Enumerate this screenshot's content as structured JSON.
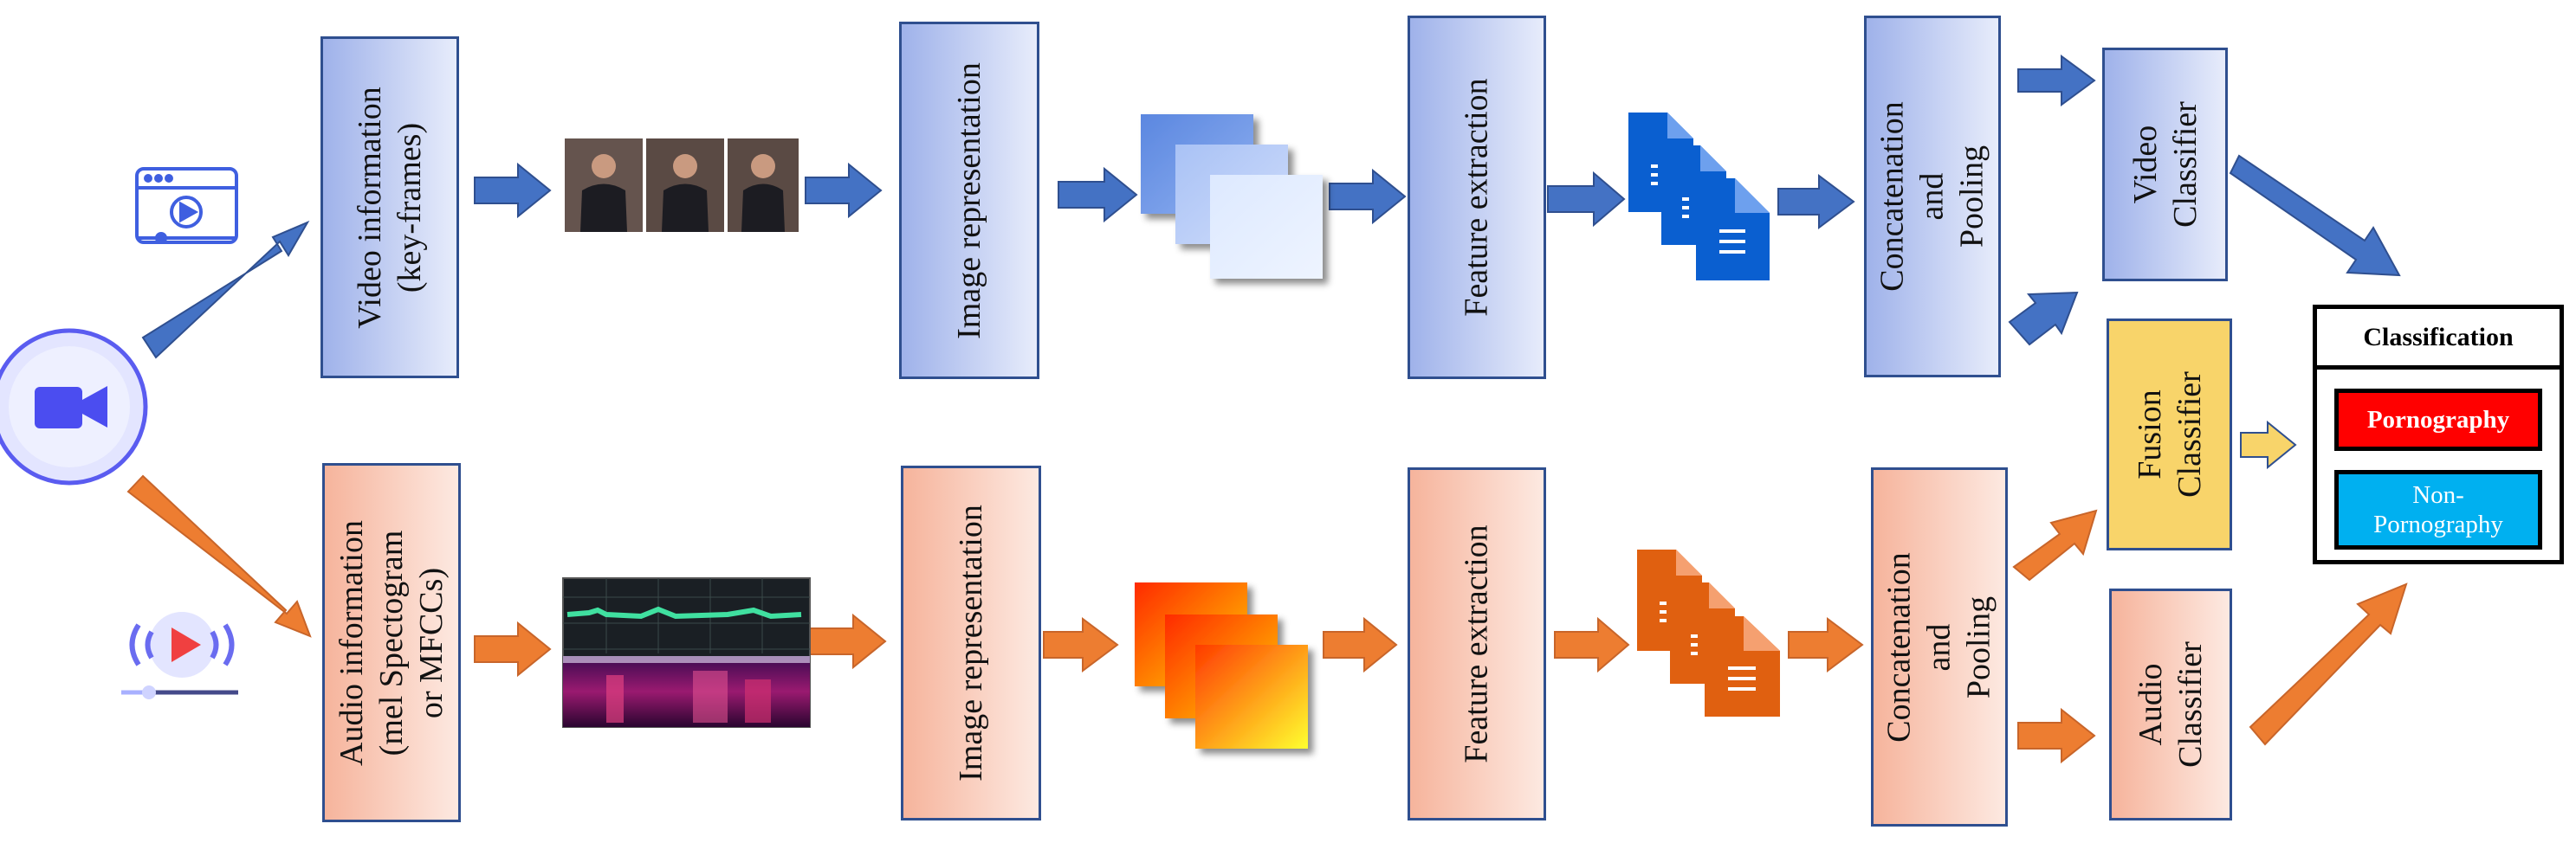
{
  "colors": {
    "video_arrow": "#4472c4",
    "audio_arrow": "#ed7d31",
    "fusion_arrow": "#f8d46a",
    "box_border": "#2f4f8f",
    "pornography_bg": "#ff0000",
    "non_pornography_bg": "#00b0f0"
  },
  "video_branch": {
    "info_label_lines": [
      "Video information",
      "(key-frames)"
    ],
    "image_repr_label": "Image representation",
    "feature_label": "Feature extraction",
    "concat_label_lines": [
      "Concatenation",
      "and",
      "Pooling"
    ],
    "classifier_label_lines": [
      "Video",
      "Classifier"
    ]
  },
  "audio_branch": {
    "info_label_lines": [
      "Audio information",
      "(mel Spectogram",
      "or  MFCCs)"
    ],
    "image_repr_label": "Image representation",
    "feature_label": "Feature extraction",
    "concat_label_lines": [
      "Concatenation",
      "and",
      "Pooling"
    ],
    "classifier_label_lines": [
      "Audio",
      "Classifier"
    ]
  },
  "fusion": {
    "classifier_label_lines": [
      "Fusion",
      "Classifier"
    ]
  },
  "classification": {
    "title": "Classification",
    "class_pornography": "Pornography",
    "class_non_pornography_lines": [
      "Non-",
      "Pornography"
    ]
  },
  "icons": {
    "source": "video-camera-icon",
    "video": "video-player-icon",
    "audio": "audio-player-icon",
    "video_frames": "key-frames-thumbnails",
    "spectrogram": "spectrogram-image",
    "video_features": "document-stack-icon",
    "audio_features": "document-stack-icon"
  }
}
